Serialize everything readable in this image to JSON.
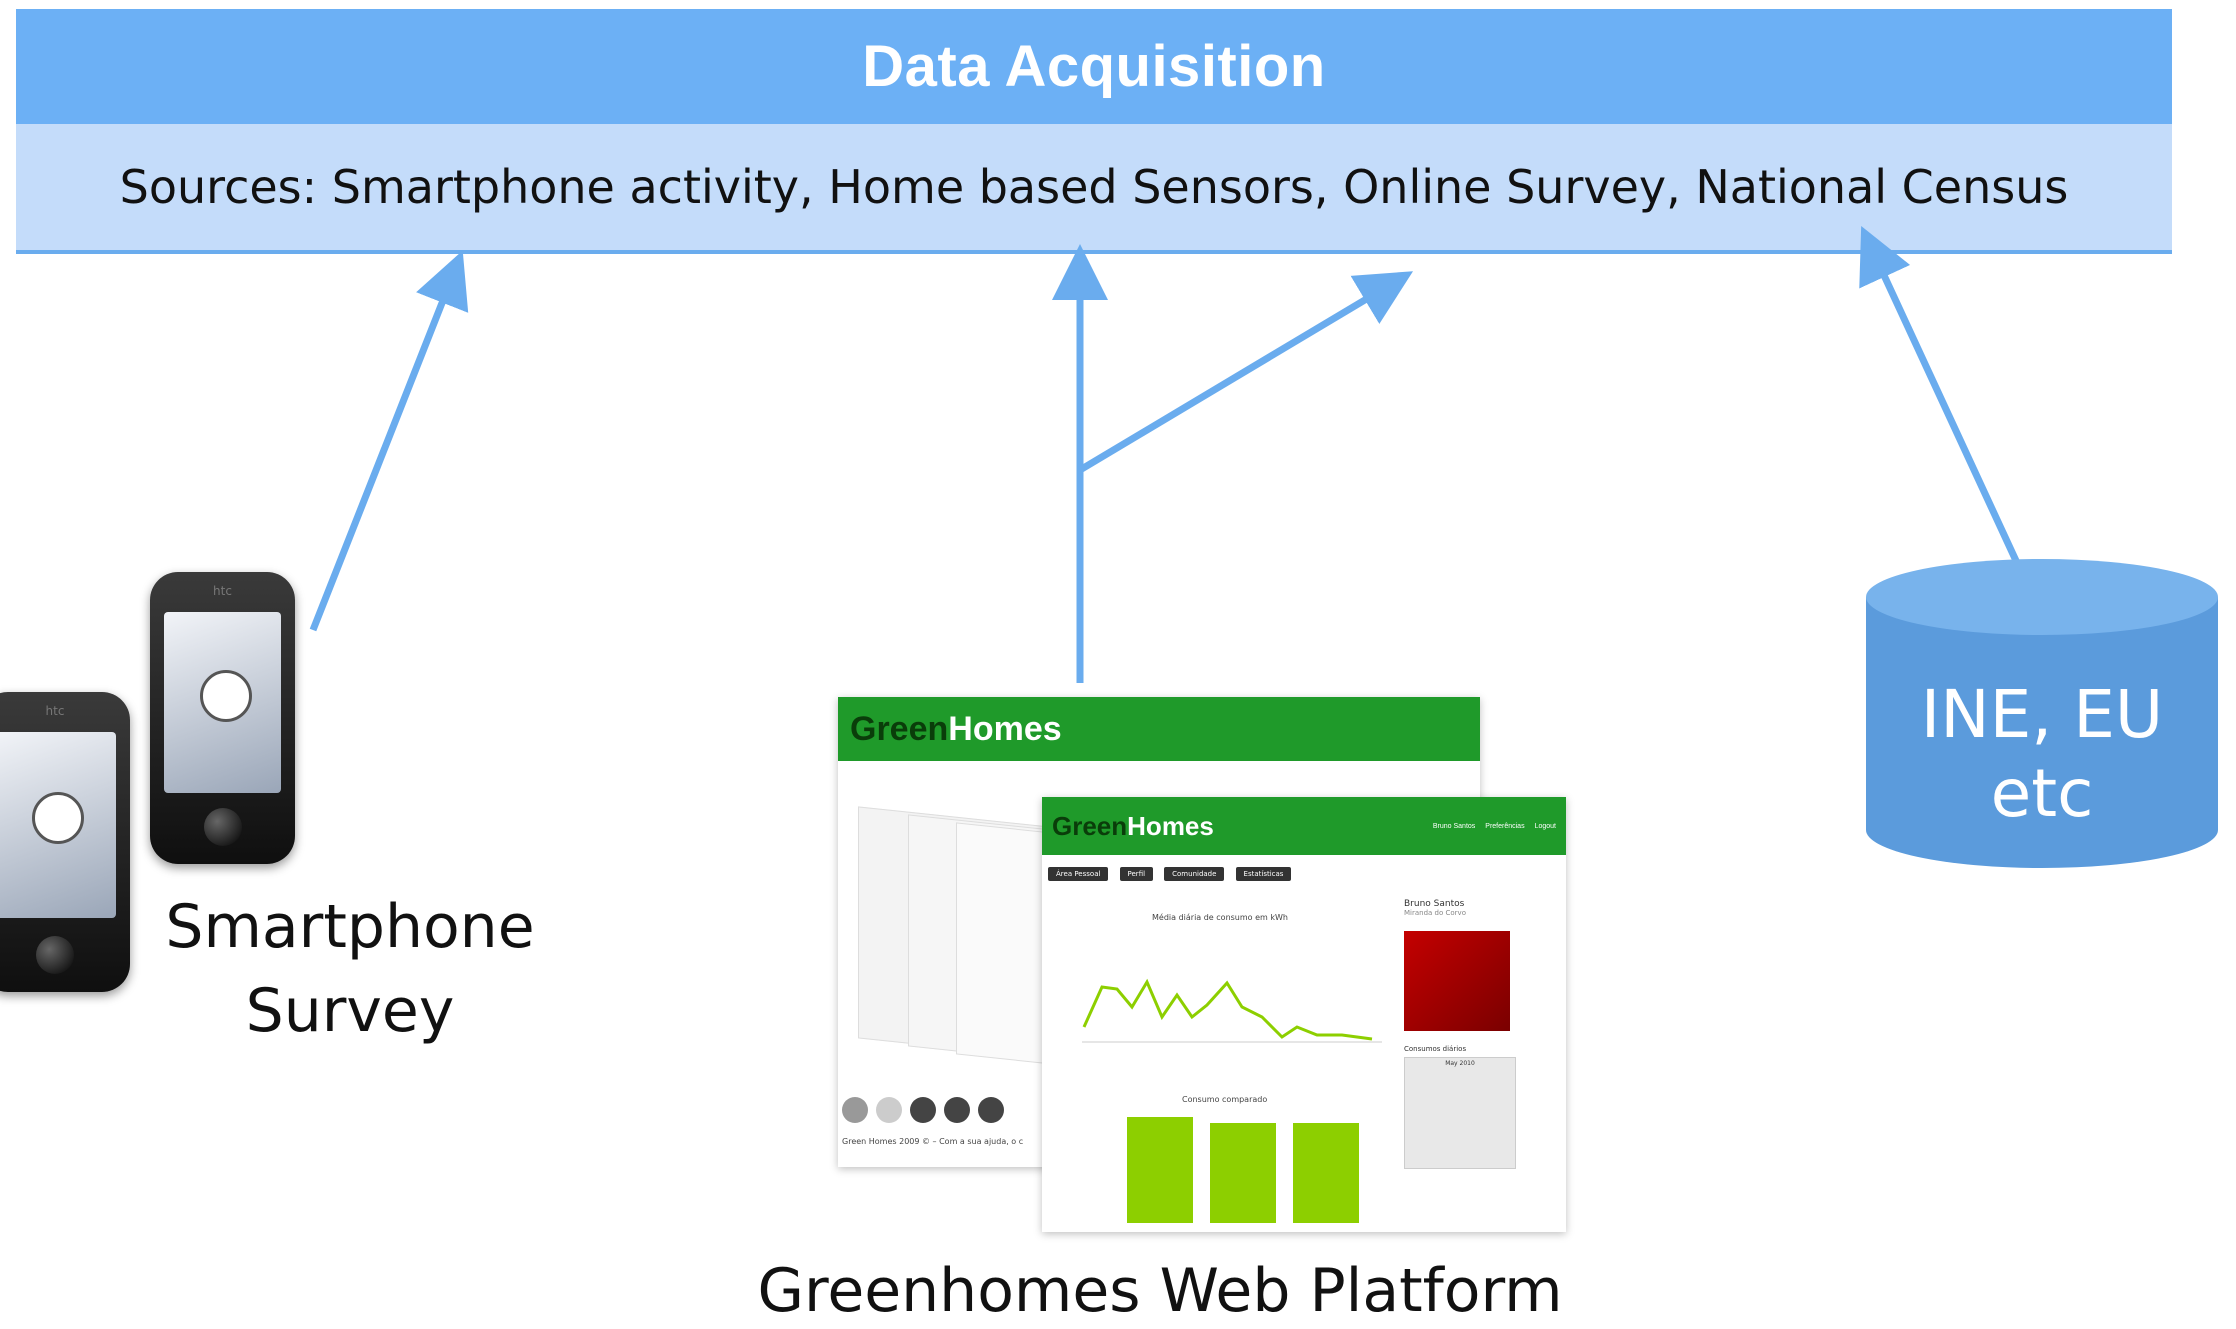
{
  "header": {
    "title": "Data Acquisition"
  },
  "sources": {
    "text": "Sources: Smartphone activity, Home based Sensors, Online Survey, National Census"
  },
  "captions": {
    "smartphone_line1": "Smartphone",
    "smartphone_line2": "Survey",
    "web_platform": "Greenhomes Web Platform"
  },
  "database": {
    "line1": "INE, EU",
    "line2": "etc"
  },
  "web_screens": {
    "logo_green": "Green",
    "logo_homes": "Homes",
    "nav": [
      "Bruno Santos",
      "Preferências",
      "Logout"
    ],
    "tabs": [
      "Área Pessoal",
      "Perfil",
      "Comunidade",
      "Estatísticas"
    ],
    "chart1_legend": "Média diária de consumo em kWh",
    "chart2_legend": "Consumo comparado",
    "user_name": "Bruno Santos",
    "user_place": "Miranda do Corvo",
    "calendar_title": "Consumos diários",
    "calendar_month": "May 2010",
    "footer": "Green Homes 2009 © – Com a sua ajuda, o c"
  },
  "colors": {
    "header_bg": "#6cb0f5",
    "sources_bg": "#c4dcfa",
    "arrow": "#6aacee",
    "db": "#5b9bdc",
    "brand_green": "#1f9a2a",
    "chart_green": "#8dcf00"
  }
}
